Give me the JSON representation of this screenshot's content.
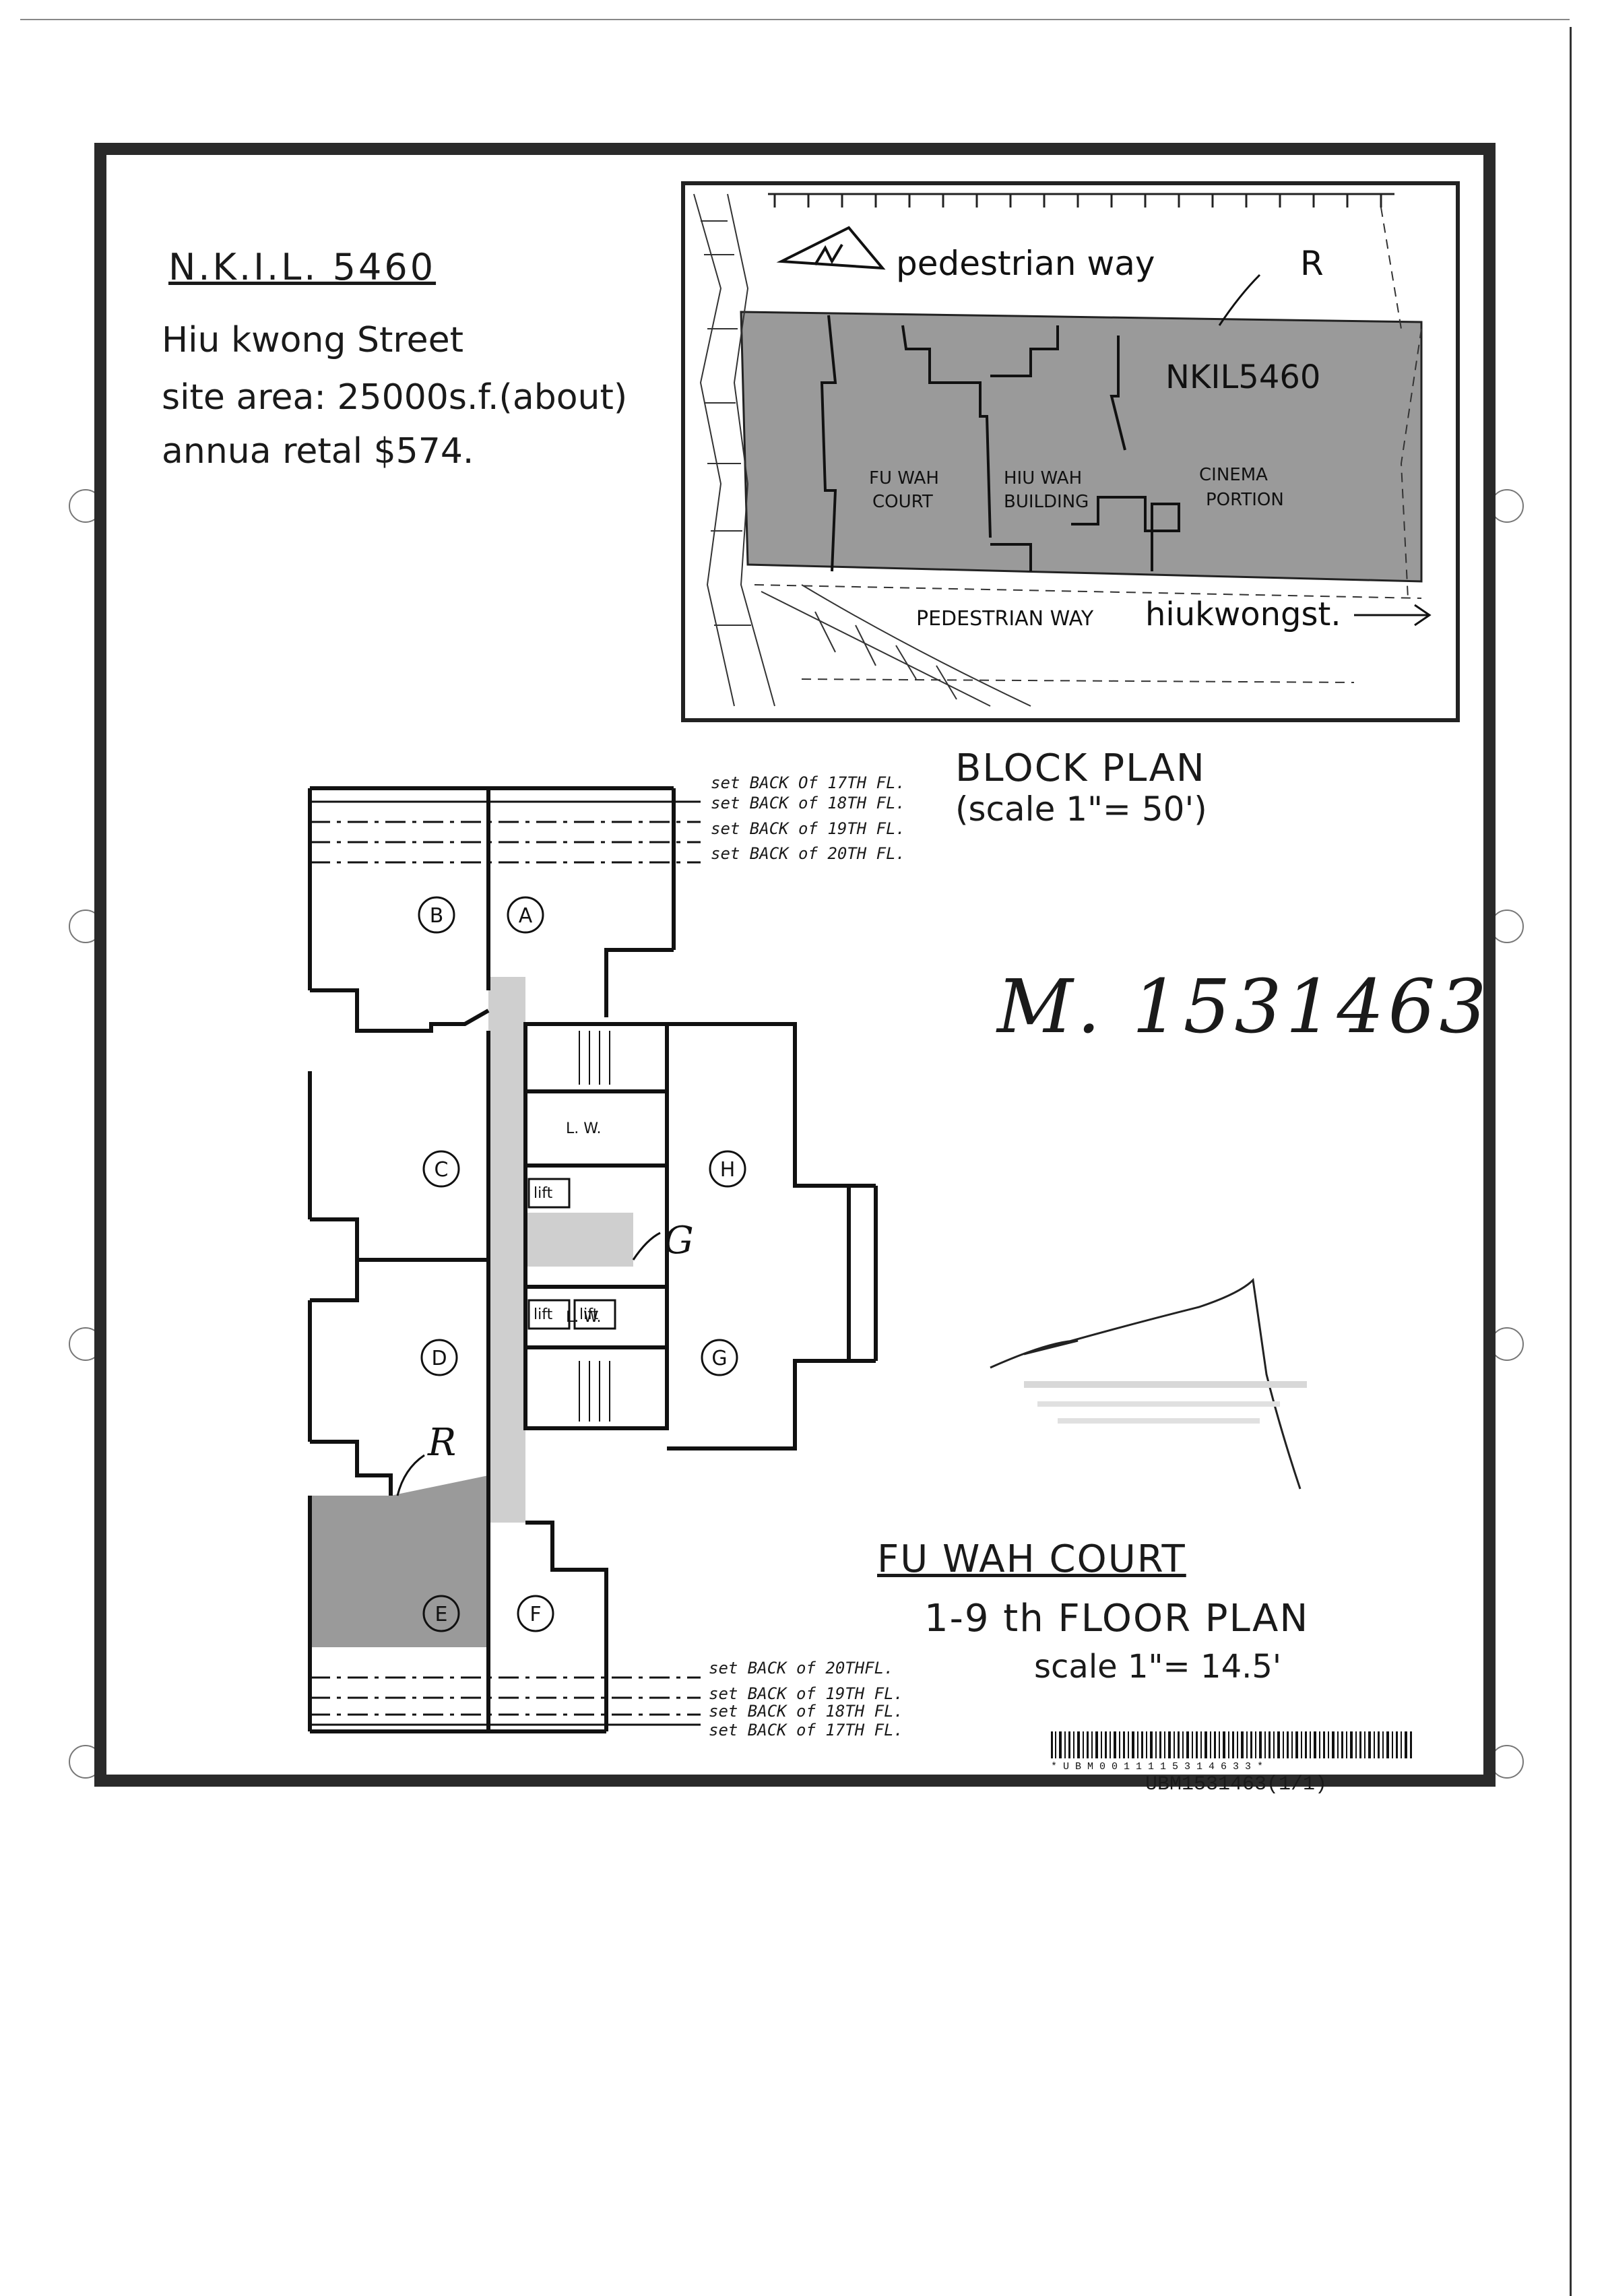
{
  "lot": {
    "title": "N.K.I.L. 5460",
    "street": "Hiu kwong Street",
    "site_area": "site area: 25000s.f.(about)",
    "annual_rental": "annua retal $574."
  },
  "block_plan": {
    "pedestrian_way_top": "pedestrian way",
    "lot_label": "NKIL5460",
    "mark_r": "R",
    "fu_wah_court": [
      "FU WAH",
      "COURT"
    ],
    "hiu_wah_building": [
      "HIU WAH",
      "BUILDING"
    ],
    "cinema_portion": [
      "CINEMA",
      "PORTION"
    ],
    "pedestrian_way_bottom": "PEDESTRIAN WAY",
    "street_label": "hiukwongst.",
    "caption": "BLOCK PLAN",
    "scale": "(scale 1\"= 50')"
  },
  "handwritten_ref": "M. 1531463",
  "floor_plan": {
    "setbacks_top": [
      "set BACK Of 17TH FL.",
      "set BACK of 18TH FL.",
      "set BACK of 19TH FL.",
      "set BACK of 20TH FL."
    ],
    "setbacks_bottom": [
      "set BACK of 20THFL.",
      "set BACK of 19TH FL.",
      "set BACK of 18TH FL.",
      "set BACK of 17TH FL."
    ],
    "units": [
      "A",
      "B",
      "C",
      "D",
      "E",
      "F",
      "G",
      "H"
    ],
    "lw_label": "L. W.",
    "lift_label": "lift",
    "mark_g": "G",
    "mark_r": "R",
    "building": "FU WAH COURT",
    "floor": "1-9 th FLOOR PLAN",
    "scale": "scale 1\"= 14.5'"
  },
  "barcode": {
    "digits": "* U B M 0 0 1 1 1 1 5 3 1 4 6 3 3 *",
    "id": "UBM1531463(1/1)"
  }
}
